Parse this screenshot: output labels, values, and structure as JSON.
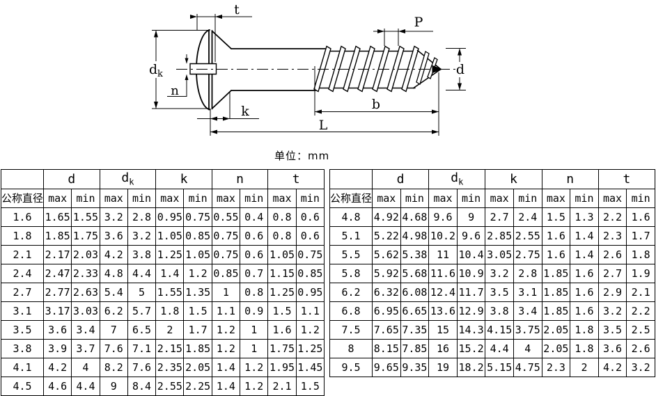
{
  "unit_label": "单位：mm",
  "diagram": {
    "labels": {
      "t": "t",
      "P": "P",
      "dk_main": "d",
      "dk_sub": "k",
      "n": "n",
      "k": "k",
      "b": "b",
      "L": "L",
      "d": "d"
    }
  },
  "table_common": {
    "row_header": "公称直径",
    "groups": [
      {
        "main": "d",
        "sub": ""
      },
      {
        "main": "d",
        "sub": "k"
      },
      {
        "main": "k",
        "sub": ""
      },
      {
        "main": "n",
        "sub": ""
      },
      {
        "main": "t",
        "sub": ""
      }
    ],
    "sub_headers": [
      "max",
      "min"
    ]
  },
  "tables": {
    "left": {
      "rows": [
        [
          "1.6",
          "1.65",
          "1.55",
          "3.2",
          "2.8",
          "0.95",
          "0.75",
          "0.55",
          "0.4",
          "0.8",
          "0.6"
        ],
        [
          "1.8",
          "1.85",
          "1.75",
          "3.6",
          "3.2",
          "1.05",
          "0.85",
          "0.75",
          "0.6",
          "0.8",
          "0.6"
        ],
        [
          "2.1",
          "2.17",
          "2.03",
          "4.2",
          "3.8",
          "1.25",
          "1.05",
          "0.75",
          "0.6",
          "1.05",
          "0.75"
        ],
        [
          "2.4",
          "2.47",
          "2.33",
          "4.8",
          "4.4",
          "1.4",
          "1.2",
          "0.85",
          "0.7",
          "1.15",
          "0.85"
        ],
        [
          "2.7",
          "2.77",
          "2.63",
          "5.4",
          "5",
          "1.55",
          "1.35",
          "1",
          "0.8",
          "1.25",
          "0.95"
        ],
        [
          "3.1",
          "3.17",
          "3.03",
          "6.2",
          "5.7",
          "1.8",
          "1.5",
          "1.1",
          "0.9",
          "1.5",
          "1.1"
        ],
        [
          "3.5",
          "3.6",
          "3.4",
          "7",
          "6.5",
          "2",
          "1.7",
          "1.2",
          "1",
          "1.6",
          "1.2"
        ],
        [
          "3.8",
          "3.9",
          "3.7",
          "7.6",
          "7.1",
          "2.15",
          "1.85",
          "1.2",
          "1",
          "1.75",
          "1.25"
        ],
        [
          "4.1",
          "4.2",
          "4",
          "8.2",
          "7.6",
          "2.35",
          "2.05",
          "1.4",
          "1.2",
          "1.95",
          "1.45"
        ],
        [
          "4.5",
          "4.6",
          "4.4",
          "9",
          "8.4",
          "2.55",
          "2.25",
          "1.4",
          "1.2",
          "2.1",
          "1.5"
        ]
      ]
    },
    "right": {
      "rows": [
        [
          "4.8",
          "4.92",
          "4.68",
          "9.6",
          "9",
          "2.7",
          "2.4",
          "1.5",
          "1.3",
          "2.2",
          "1.6"
        ],
        [
          "5.1",
          "5.22",
          "4.98",
          "10.2",
          "9.6",
          "2.85",
          "2.55",
          "1.6",
          "1.4",
          "2.3",
          "1.7"
        ],
        [
          "5.5",
          "5.62",
          "5.38",
          "11",
          "10.4",
          "3.05",
          "2.75",
          "1.6",
          "1.4",
          "2.6",
          "1.8"
        ],
        [
          "5.8",
          "5.92",
          "5.68",
          "11.6",
          "10.9",
          "3.2",
          "2.8",
          "1.85",
          "1.6",
          "2.7",
          "1.9"
        ],
        [
          "6.2",
          "6.32",
          "6.08",
          "12.4",
          "11.7",
          "3.5",
          "3.1",
          "1.85",
          "1.6",
          "2.9",
          "2.1"
        ],
        [
          "6.8",
          "6.95",
          "6.65",
          "13.6",
          "12.9",
          "3.8",
          "3.4",
          "1.85",
          "1.6",
          "3.2",
          "2.2"
        ],
        [
          "7.5",
          "7.65",
          "7.35",
          "15",
          "14.3",
          "4.15",
          "3.75",
          "2.05",
          "1.8",
          "3.5",
          "2.5"
        ],
        [
          "8",
          "8.15",
          "7.85",
          "16",
          "15.2",
          "4.4",
          "4",
          "2.05",
          "1.8",
          "3.6",
          "2.6"
        ],
        [
          "9.5",
          "9.65",
          "9.35",
          "19",
          "18.2",
          "5.15",
          "4.75",
          "2.3",
          "2",
          "4.2",
          "3.2"
        ]
      ]
    }
  }
}
